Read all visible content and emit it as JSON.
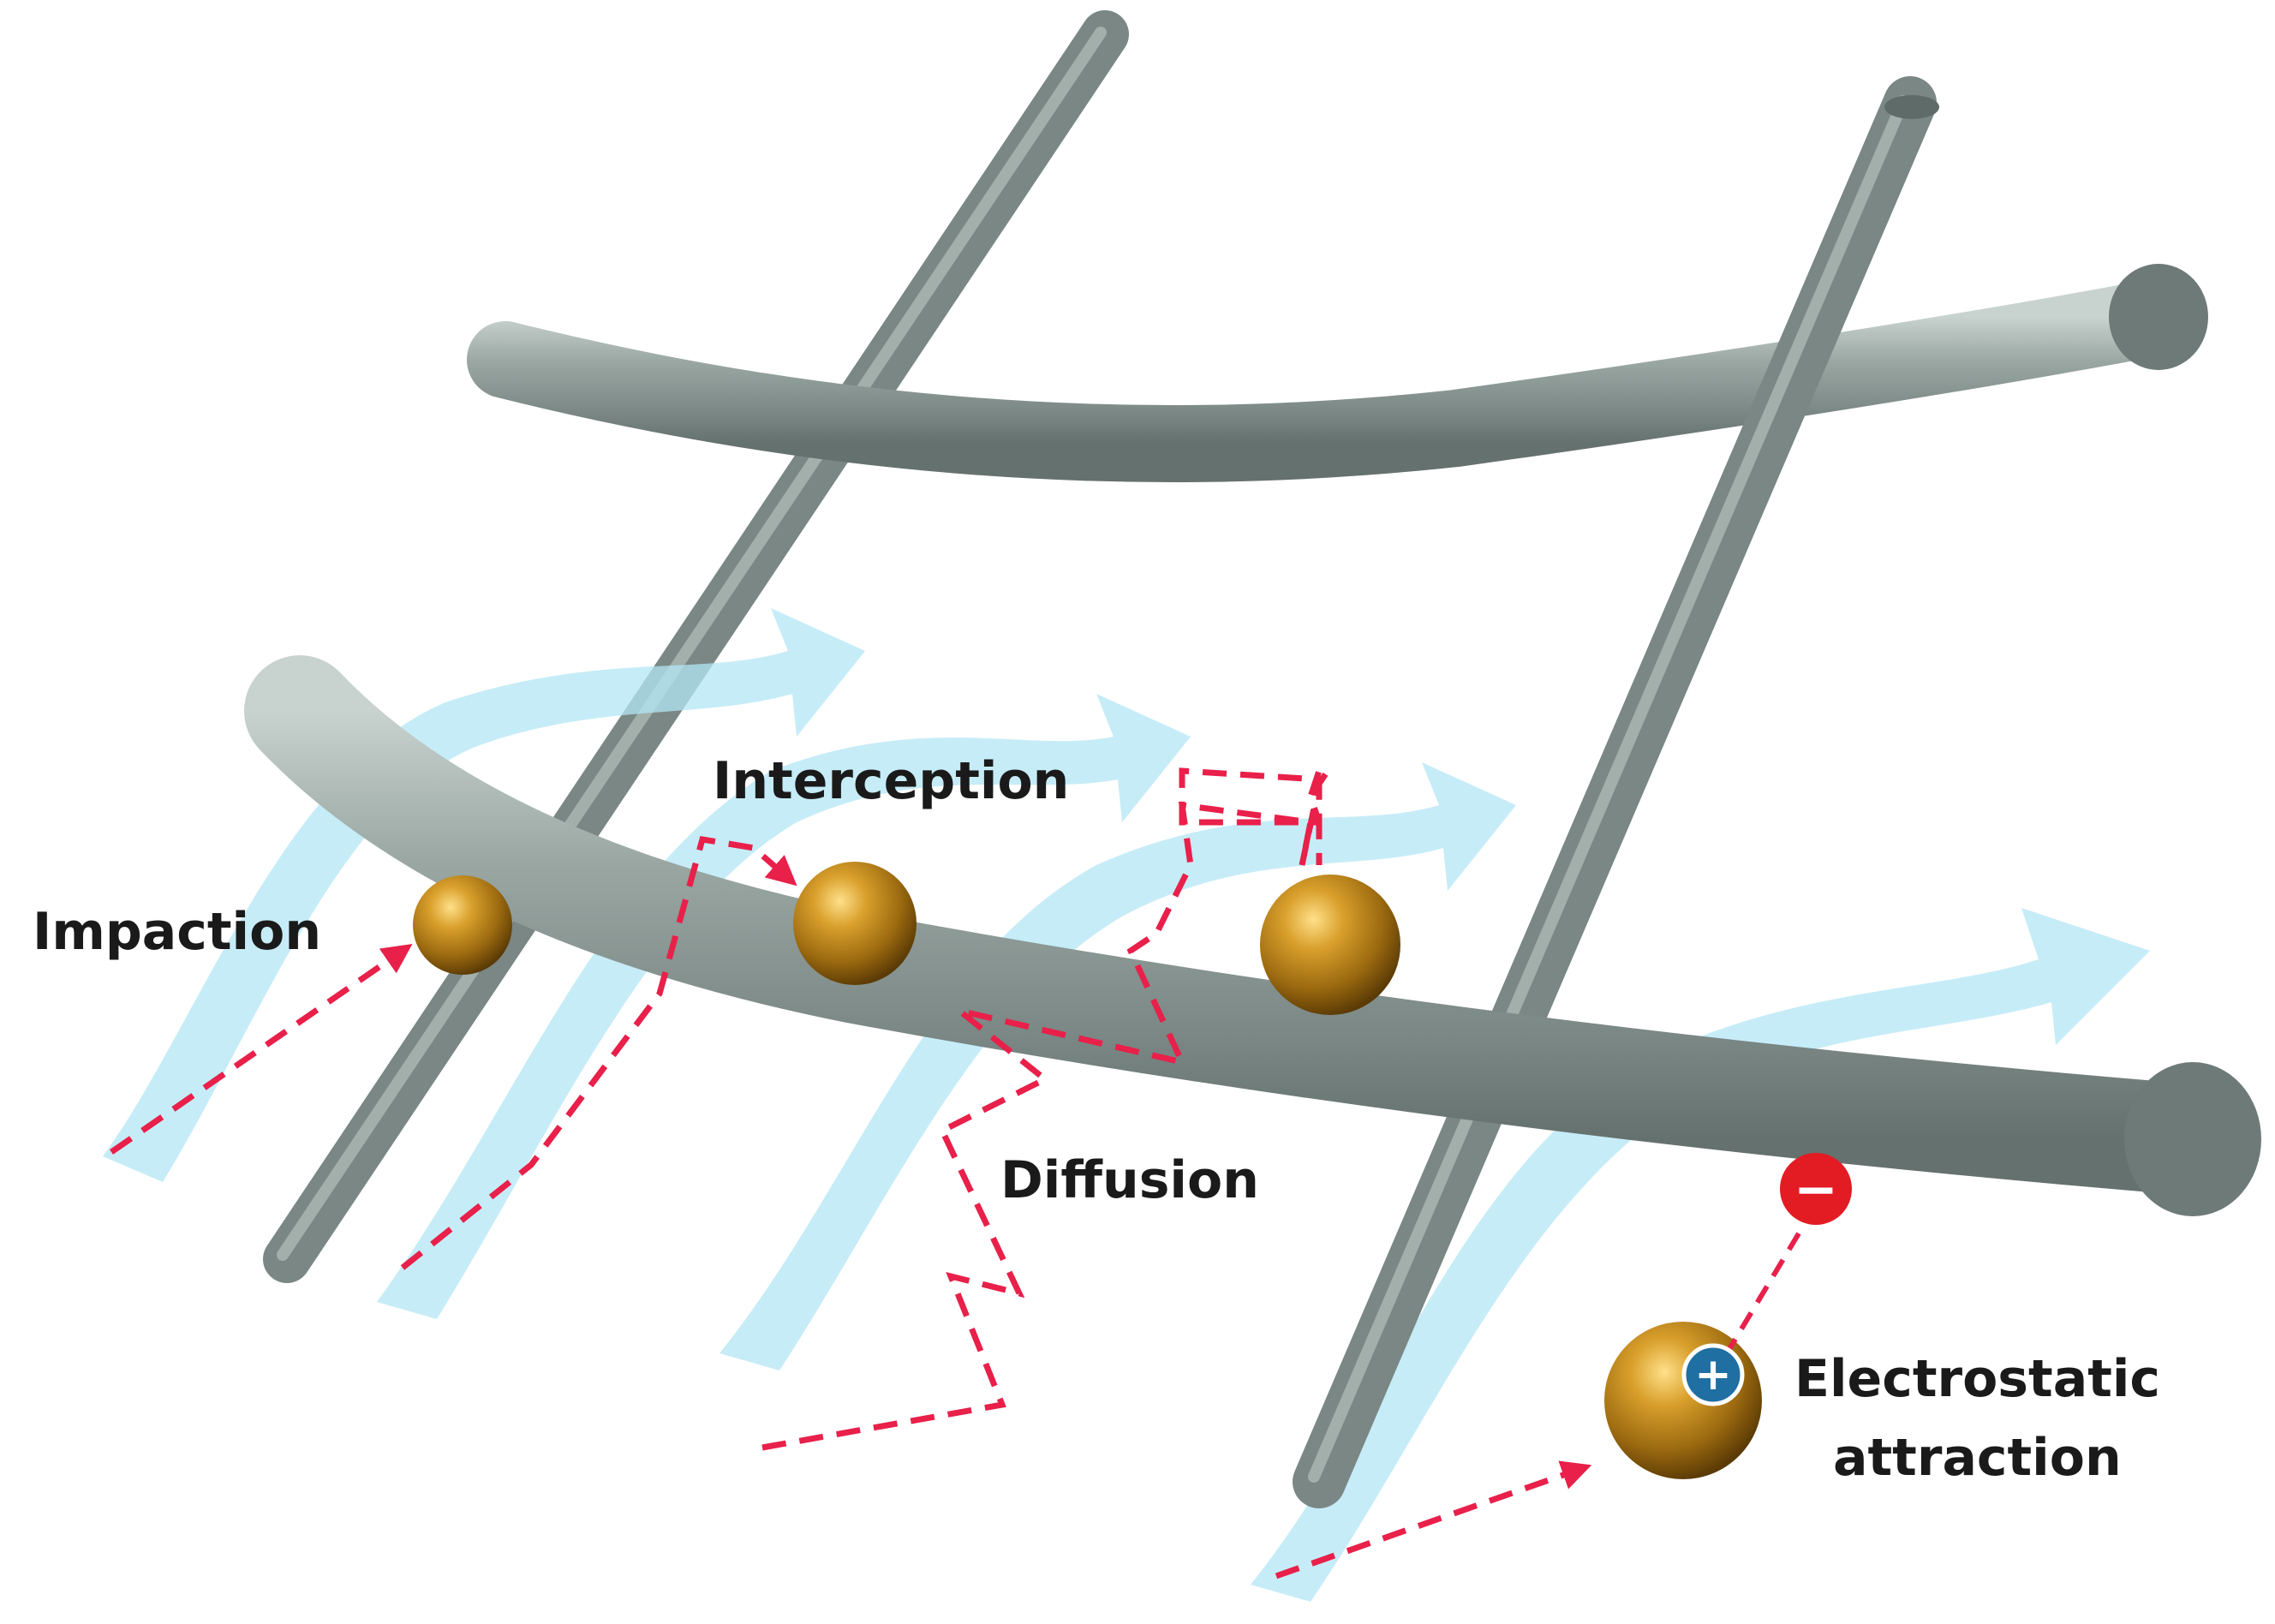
{
  "labels": {
    "impaction": "Impaction",
    "interception": "Interception",
    "diffusion": "Diffusion",
    "electrostatic_line1": "Electrostatic",
    "electrostatic_line2": "attraction"
  },
  "charges": {
    "positive": "+",
    "negative": "−"
  },
  "colors": {
    "fiber": "#7f8d89",
    "fiber_highlight": "#c4ceca",
    "fiber_end": "#6e7a77",
    "airflow": "#b3e6f5",
    "particle_path": "#e8204a",
    "particle": "#c9901c",
    "positive_charge": "#1f6fa3",
    "negative_charge": "#e31b23",
    "label": "#1a1a1a"
  }
}
